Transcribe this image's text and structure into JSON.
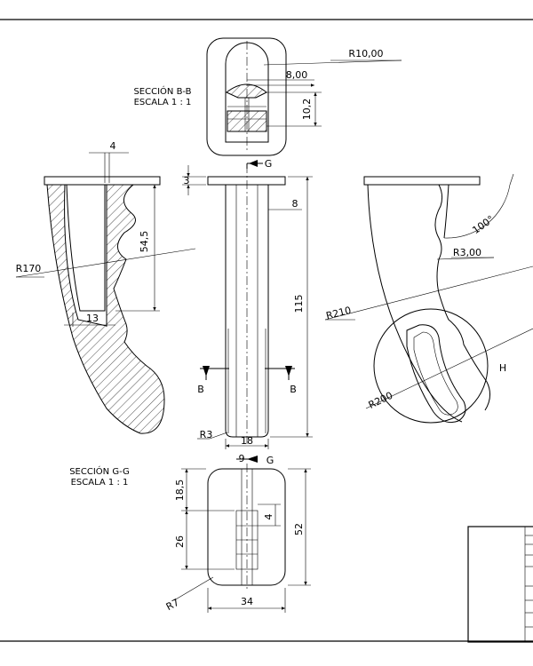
{
  "sections": {
    "bb_title": "SECCIÓN B-B",
    "bb_scale": "ESCALA 1 : 1",
    "gg_title": "SECCIÓN G-G",
    "gg_scale": "ESCALA 1 : 1"
  },
  "dims": {
    "r10": "R10,00",
    "d8_00": "8,00",
    "d10_2": "10,2",
    "d4_top": "4",
    "d3": "3",
    "d8": "8",
    "d54_5": "54,5",
    "d115": "115",
    "r170": "R170",
    "d13": "13",
    "r3": "R3",
    "d18": "18",
    "d100": "100°",
    "r3_00": "R3,00",
    "r210": "R210",
    "r200": "R200",
    "d9": "9",
    "d18_5": "18,5",
    "d4_small": "4",
    "d26": "26",
    "d52": "52",
    "r7": "R7",
    "d34": "34"
  },
  "markers": {
    "g_top": "G",
    "g_bottom": "G",
    "b_left": "B",
    "b_right": "B",
    "h": "H"
  }
}
